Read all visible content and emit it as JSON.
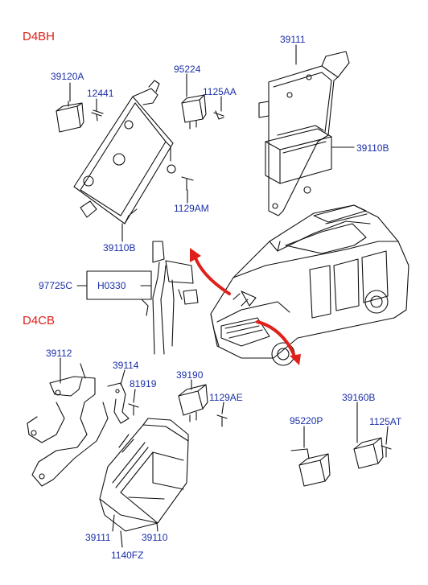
{
  "sections": {
    "d4bh": "D4BH",
    "d4cb": "D4CB"
  },
  "labels": {
    "p39111_top": "39111",
    "p39120A": "39120A",
    "p12441": "12441",
    "p95224": "95224",
    "p1125AA": "1125AA",
    "p39110B_right": "39110B",
    "p1129AM": "1129AM",
    "p39110B_left": "39110B",
    "p97725C": "97725C",
    "pH0330": "H0330",
    "p39112": "39112",
    "p39114": "39114",
    "p81919": "81919",
    "p39190": "39190",
    "p1129AE": "1129AE",
    "p39160B": "39160B",
    "p95220P": "95220P",
    "p1125AT": "1125AT",
    "p39111_bottom": "39111",
    "p39110": "39110",
    "p1140FZ": "1140FZ"
  },
  "colors": {
    "label": "#1a2fa8",
    "section": "#e0201a",
    "arrow": "#e0201a",
    "line": "#111111"
  }
}
